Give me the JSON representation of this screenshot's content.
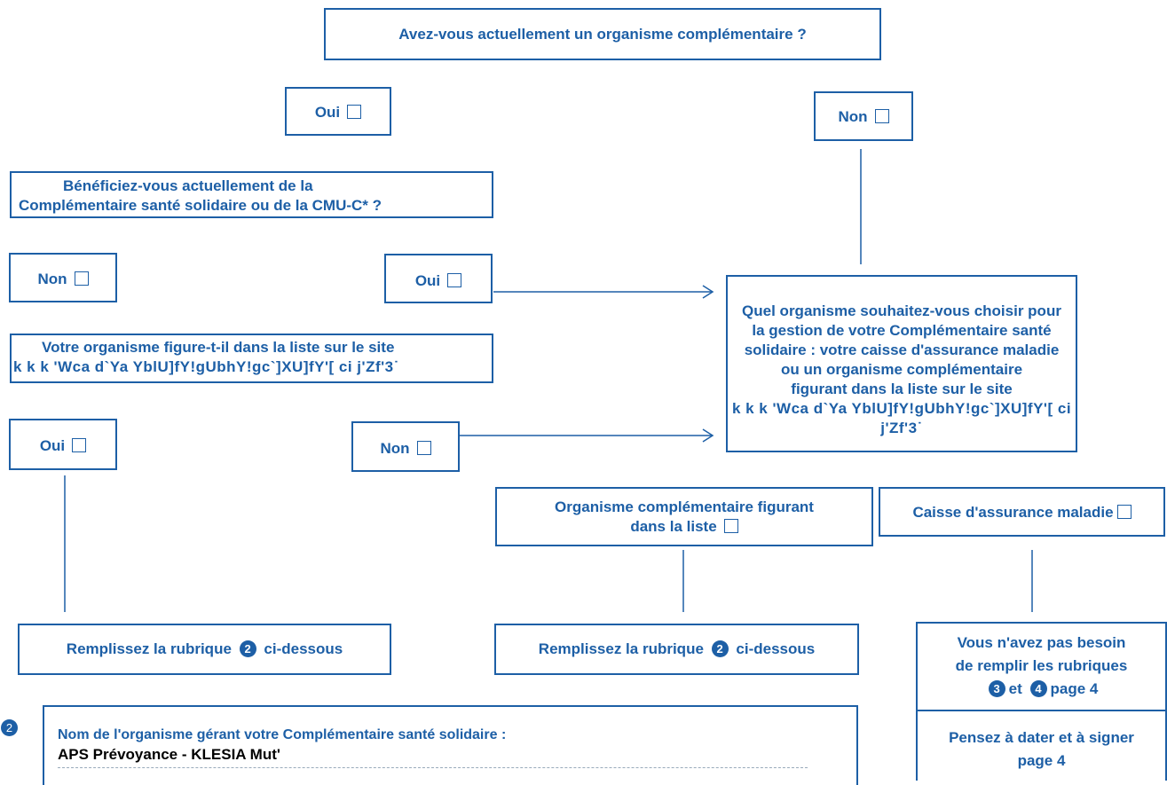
{
  "q_organisme": "Avez-vous actuellement un organisme complémentaire ?",
  "opt_oui_top": "Oui",
  "opt_non_top": "Non",
  "q_cmu_line1": "Bénéficiez-vous actuellement de la",
  "q_cmu_line2": "Complémentaire santé solidaire ou de la CMU-C* ?",
  "opt_non_cmu": "Non",
  "opt_oui_cmu": "Oui",
  "q_liste_line1": "Votre organisme figure-t-il dans la liste sur le site",
  "q_liste_line2": "k k k 'Wca d`Ya YblU]fY!gUbhY!gc`]XU]fY'[ ci j'Zf'3˙",
  "opt_oui_liste": "Oui",
  "opt_non_liste": "Non",
  "q_choix_lines": [
    "Quel organisme souhaitez-vous choisir pour",
    "la gestion de votre Complémentaire santé",
    "solidaire : votre caisse d'assurance maladie",
    "ou un organisme complémentaire",
    "figurant dans la liste sur le site",
    "k k k 'Wca d`Ya YblU]fY!gUbhY!gc`]XU]fY'[ ci j'Zf'3˙"
  ],
  "opt_organisme_line1": "Organisme complémentaire figurant",
  "opt_organisme_line2": "dans la liste",
  "opt_caisse": "Caisse d'assurance maladie",
  "remplir_left": "Remplissez la rubrique",
  "remplir_left_suffix": "ci-dessous",
  "remplir_mid": "Remplissez la rubrique",
  "remplir_mid_suffix": "ci-dessous",
  "rubrique_num": "2",
  "besoin_line1": "Vous n'avez pas besoin",
  "besoin_line2": "de remplir les rubriques",
  "besoin_num_a": "3",
  "besoin_et": "et",
  "besoin_num_b": "4",
  "besoin_page": "page 4",
  "pensez_line1": "Pensez à dater et à signer",
  "pensez_line2": "page 4",
  "section_num": "2",
  "field_label": "Nom de l'organisme gérant votre Complémentaire santé solidaire :",
  "field_value": "APS Prévoyance - KLESIA Mut'"
}
